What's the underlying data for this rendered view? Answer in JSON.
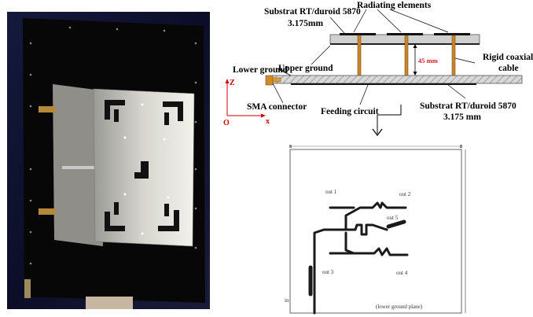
{
  "diagram": {
    "labels": {
      "substrat_top_line1": "Substrat RT/duroid 5870",
      "substrat_top_line2": "3.175mm",
      "radiating_elements": "Radiating elements",
      "upper_ground": "Upper ground",
      "height": "45 mm",
      "rigid_coaxial_line1": "Rigid coaxial",
      "rigid_coaxial_line2": "cable",
      "lower_ground": "Lower ground",
      "axis_z": "Z",
      "axis_o": "O",
      "axis_x": "x",
      "sma_connector": "SMA connector",
      "feeding_circuit": "Feeding circuit",
      "substrat_bottom_line1": "Substrat RT/duroid 5870",
      "substrat_bottom_line2": "3.175 mm"
    },
    "feed_network": {
      "out1": "out 1",
      "out2": "out 2",
      "out3": "out 3",
      "out4": "out 4",
      "out5": "out 5",
      "caption": "(lower ground plane)",
      "input": "in"
    }
  },
  "colors": {
    "photo_background": "#0e1030",
    "feed_pin": "#c8862a",
    "height_label": "#d62020",
    "substrate": "#cfcfcf"
  }
}
